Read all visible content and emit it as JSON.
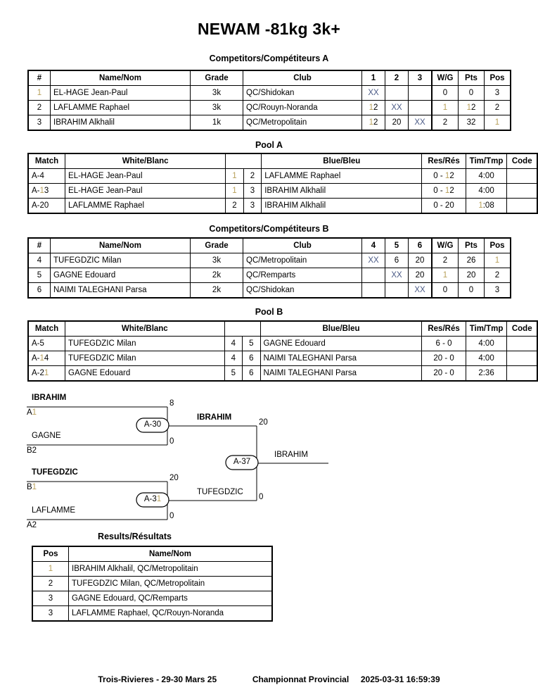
{
  "title": "NEWAM -81kg 3k+",
  "sections": {
    "competitors_a_caption": "Competitors/Compétiteurs A",
    "pool_a_caption": "Pool A",
    "competitors_b_caption": "Competitors/Compétiteurs B",
    "pool_b_caption": "Pool B",
    "results_caption": "Results/Résultats"
  },
  "competitors_headers": {
    "num": "#",
    "name": "Name/Nom",
    "grade": "Grade",
    "club": "Club",
    "wg": "W/G",
    "pts": "Pts",
    "pos": "Pos"
  },
  "competitors_a": {
    "cross_headers": [
      "1",
      "2",
      "3"
    ],
    "rows": [
      {
        "num": "1",
        "name": "EL-HAGE Jean-Paul",
        "grade": "3k",
        "club": "QC/Shidokan",
        "cross": [
          "XX",
          "",
          ""
        ],
        "wg": "0",
        "pts": "0",
        "pos": "3"
      },
      {
        "num": "2",
        "name": "LAFLAMME Raphael",
        "grade": "3k",
        "club": "QC/Rouyn-Noranda",
        "cross": [
          "12",
          "XX",
          ""
        ],
        "wg": "1",
        "pts": "12",
        "pos": "2"
      },
      {
        "num": "3",
        "name": "IBRAHIM Alkhalil",
        "grade": "1k",
        "club": "QC/Metropolitain",
        "cross": [
          "12",
          "20",
          "XX"
        ],
        "wg": "2",
        "pts": "32",
        "pos": "1"
      }
    ]
  },
  "competitors_b": {
    "cross_headers": [
      "4",
      "5",
      "6"
    ],
    "rows": [
      {
        "num": "4",
        "name": "TUFEGDZIC Milan",
        "grade": "3k",
        "club": "QC/Metropolitain",
        "cross": [
          "XX",
          "6",
          "20"
        ],
        "wg": "2",
        "pts": "26",
        "pos": "1"
      },
      {
        "num": "5",
        "name": "GAGNE Edouard",
        "grade": "2k",
        "club": "QC/Remparts",
        "cross": [
          "",
          "XX",
          "20"
        ],
        "wg": "1",
        "pts": "20",
        "pos": "2"
      },
      {
        "num": "6",
        "name": "NAIMI TALEGHANI Parsa",
        "grade": "2k",
        "club": "QC/Shidokan",
        "cross": [
          "",
          "",
          "XX"
        ],
        "wg": "0",
        "pts": "0",
        "pos": "3"
      }
    ]
  },
  "pool_headers": {
    "match": "Match",
    "white": "White/Blanc",
    "blue": "Blue/Bleu",
    "res": "Res/Rés",
    "tim": "Tim/Tmp",
    "code": "Code"
  },
  "pool_a": {
    "rows": [
      {
        "match": "A-4",
        "white": "EL-HAGE Jean-Paul",
        "white_num": "1",
        "blue_num": "2",
        "blue": "LAFLAMME Raphael",
        "winner": "blue",
        "res": "0 - 12",
        "tim": "4:00",
        "code": ""
      },
      {
        "match": "A-13",
        "white": "EL-HAGE Jean-Paul",
        "white_num": "1",
        "blue_num": "3",
        "blue": "IBRAHIM Alkhalil",
        "winner": "blue",
        "res": "0 - 12",
        "tim": "4:00",
        "code": ""
      },
      {
        "match": "A-20",
        "white": "LAFLAMME Raphael",
        "white_num": "2",
        "blue_num": "3",
        "blue": "IBRAHIM Alkhalil",
        "winner": "blue",
        "res": "0 - 20",
        "tim": "1:08",
        "code": ""
      }
    ]
  },
  "pool_b": {
    "rows": [
      {
        "match": "A-5",
        "white": "TUFEGDZIC Milan",
        "white_num": "4",
        "blue_num": "5",
        "blue": "GAGNE Edouard",
        "winner": "white",
        "res": "6 - 0",
        "tim": "4:00",
        "code": ""
      },
      {
        "match": "A-14",
        "white": "TUFEGDZIC Milan",
        "white_num": "4",
        "blue_num": "6",
        "blue": "NAIMI TALEGHANI Parsa",
        "winner": "white",
        "res": "20 - 0",
        "tim": "4:00",
        "code": ""
      },
      {
        "match": "A-21",
        "white": "GAGNE Edouard",
        "white_num": "5",
        "blue_num": "6",
        "blue": "NAIMI TALEGHANI Parsa",
        "winner": "white",
        "res": "20 - 0",
        "tim": "2:36",
        "code": ""
      }
    ]
  },
  "bracket": {
    "entries": [
      {
        "name": "IBRAHIM",
        "seed": "A1",
        "score": "8",
        "bold": true
      },
      {
        "name": "GAGNE",
        "seed": "B2",
        "score": "0",
        "bold": false
      },
      {
        "name": "TUFEGDZIC",
        "seed": "B1",
        "score": "20",
        "bold": true
      },
      {
        "name": "LAFLAMME",
        "seed": "A2",
        "score": "0",
        "bold": false
      }
    ],
    "semifinals": [
      {
        "match": "A-30",
        "winner": "IBRAHIM",
        "score": "20"
      },
      {
        "match": "A-31",
        "winner": "TUFEGDZIC",
        "score": "0"
      }
    ],
    "final": {
      "match": "A-37",
      "winner": "IBRAHIM"
    }
  },
  "results": {
    "headers": {
      "pos": "Pos",
      "name": "Name/Nom"
    },
    "rows": [
      {
        "pos": "1",
        "name": "IBRAHIM Alkhalil, QC/Metropolitain"
      },
      {
        "pos": "2",
        "name": "TUFEGDZIC Milan, QC/Metropolitain"
      },
      {
        "pos": "3",
        "name": "GAGNE Edouard, QC/Remparts"
      },
      {
        "pos": "3",
        "name": "LAFLAMME Raphael, QC/Rouyn-Noranda"
      }
    ]
  },
  "footer": {
    "venue": "Trois-Rivieres - 29-30 Mars 25",
    "event": "Championnat Provincial",
    "timestamp": "2025-03-31 16:59:39"
  }
}
